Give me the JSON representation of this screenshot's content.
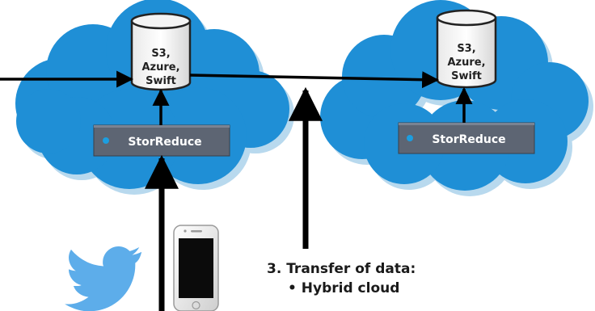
{
  "left_site": {
    "storage": {
      "line1": "S3,",
      "line2": "Azure,",
      "line3": "Swift"
    },
    "appliance_label": "StorReduce"
  },
  "right_site": {
    "storage": {
      "line1": "S3,",
      "line2": "Azure,",
      "line3": "Swift"
    },
    "appliance_label": "StorReduce"
  },
  "caption": {
    "heading": "3. Transfer of data:",
    "bullet": "• Hybrid cloud"
  },
  "colors": {
    "cloud": "#1f8fd6",
    "cloud_shadow": "#b8d9ee",
    "appliance": "#5d6573",
    "appliance_led": "#1c9ee0",
    "arrow": "#000000",
    "twitter": "#5dadea"
  },
  "icons": {
    "twitter": "twitter-bird-icon",
    "phone": "smartphone-icon",
    "storage": "database-cylinder-icon"
  }
}
